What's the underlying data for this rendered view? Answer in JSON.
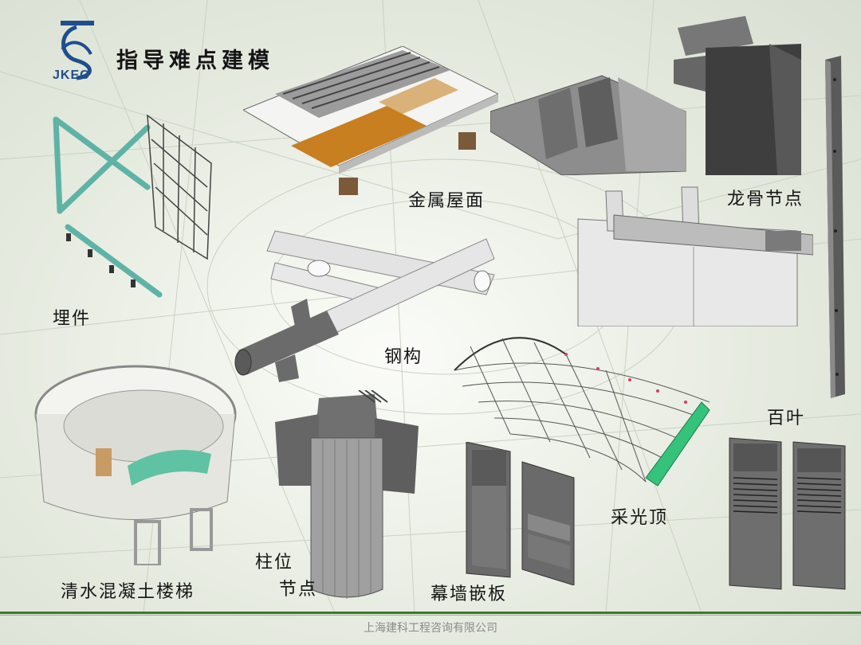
{
  "logo": {
    "text": "JKEC"
  },
  "title": "指导难点建模",
  "labels": {
    "embedded_parts": "埋件",
    "metal_roof": "金属屋面",
    "keel_node": "龙骨节点",
    "steel_structure": "钢构",
    "louver": "百叶",
    "skylight": "采光顶",
    "concrete_stair": "清水混凝土楼梯",
    "column_node_line1": "柱位",
    "column_node_line2": "节点",
    "curtain_wall_panel": "幕墙嵌板"
  },
  "footer": "上海建科工程咨询有限公司",
  "colors": {
    "accent_green": "#3c7a2e",
    "logo_blue": "#1f4e8c",
    "teal_embed": "#5fb3a6",
    "orange_roof": "#c77f1f"
  }
}
